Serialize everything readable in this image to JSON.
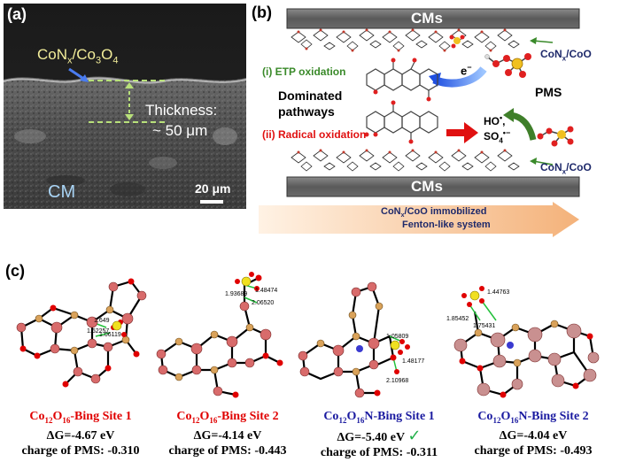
{
  "panel_a": {
    "label": "(a)",
    "material_label_main": "CoN",
    "material_label_sub1": "x",
    "material_label_mid": "/Co",
    "material_label_sub2": "3",
    "material_label_end": "O",
    "material_label_sub3": "4",
    "thickness_label": "Thickness:",
    "thickness_value": "~ 50 μm",
    "substrate_label": "CM",
    "scale_bar": "20 μm"
  },
  "panel_b": {
    "label": "(b)",
    "membrane_top": "CMs",
    "membrane_bottom": "CMs",
    "catalyst_top": "CoN",
    "catalyst_top_rest": "/Co",
    "catalyst_bottom": "CoN",
    "catalyst_bottom_rest": "/Co",
    "pathway_1": "(i) ETP oxidation",
    "pathway_2": "(ii) Radical oxidation",
    "dominated_1": "Dominated",
    "dominated_2": "pathways",
    "electron": "e",
    "pms": "PMS",
    "radical_ho": "HO",
    "radical_so4": "SO",
    "arrow_text_1": "CoN",
    "arrow_text_1_rest": "/Co",
    "arrow_text_1_end": " immobilized",
    "arrow_text_2": "Fenton-like system"
  },
  "panel_c": {
    "label": "(c)",
    "sites": [
      {
        "name_main": "Co",
        "sub1": "12",
        "mid": "O",
        "sub2": "16",
        "name_rest": "-Bing Site 1",
        "delta_g": "ΔG=-4.67 eV",
        "charge": "charge of PMS: -0.310",
        "color": "#e00000",
        "bonds": [
          "1.649",
          "1.62257",
          "1.06119"
        ]
      },
      {
        "name_main": "Co",
        "sub1": "12",
        "mid": "O",
        "sub2": "16",
        "name_rest": "-Bing Site 2",
        "delta_g": "ΔG=-4.14 eV",
        "charge": "charge of PMS: -0.443",
        "color": "#e00000",
        "bonds": [
          "1.48474",
          "1.93689",
          "2.06520"
        ]
      },
      {
        "name_main": "Co",
        "sub1": "12",
        "mid": "O",
        "sub2": "16",
        "name_rest": "N-Bing Site 1",
        "delta_g": "ΔG=-5.40 eV",
        "charge": "charge of PMS: -0.311",
        "color": "#1a1aa0",
        "bonds": [
          "1.05809",
          "1.48177",
          "2.10968"
        ]
      },
      {
        "name_main": "Co",
        "sub1": "12",
        "mid": "O",
        "sub2": "16",
        "name_rest": "N-Bing Site 2",
        "delta_g": "ΔG=-4.04 eV",
        "charge": "charge of PMS: -0.493",
        "color": "#1a1aa0",
        "bonds": [
          "1.44763",
          "1.85452",
          "1.75431"
        ]
      }
    ]
  },
  "colors": {
    "green_pathway": "#3a8a2a",
    "red_pathway": "#e01010",
    "navy": "#1f2a6b",
    "membrane": "#5f5f5f",
    "check": "#22b04a"
  }
}
